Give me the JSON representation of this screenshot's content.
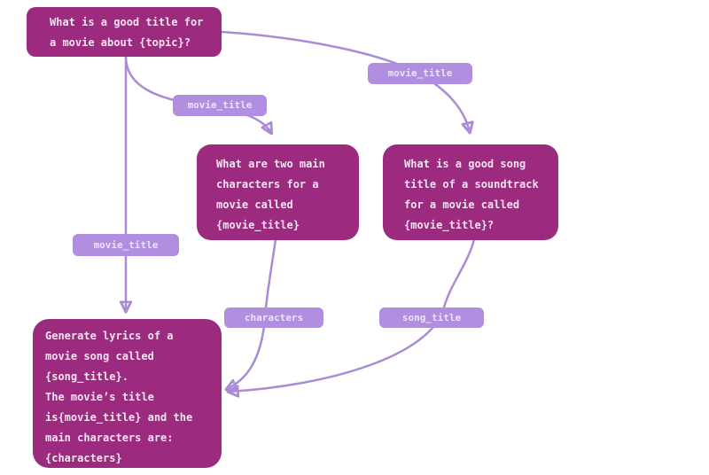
{
  "colors": {
    "node": "#9c2b7f",
    "edge": "#a98bd6",
    "badge": "#b18ee0",
    "node_text": "#f3e4ef",
    "badge_text": "#ece2f9",
    "background": "#ffffff"
  },
  "nodes": {
    "title_prompt": {
      "text": "What is a good title for\na movie about {topic}?"
    },
    "characters_prompt": {
      "text": "What are two main\ncharacters for a\nmovie called\n{movie_title}"
    },
    "song_prompt": {
      "text": "What is a good song\ntitle of a soundtrack\nfor a movie called\n{movie_title}?"
    },
    "lyrics_prompt": {
      "text": "Generate lyrics of a\nmovie song called\n{song_title}.\nThe movie’s title\nis{movie_title} and the\nmain characters are:\n{characters}"
    }
  },
  "edge_labels": {
    "left_movie_title": "movie_title",
    "mid_movie_title": "movie_title",
    "right_movie_title": "movie_title",
    "characters": "characters",
    "song_title": "song_title"
  }
}
